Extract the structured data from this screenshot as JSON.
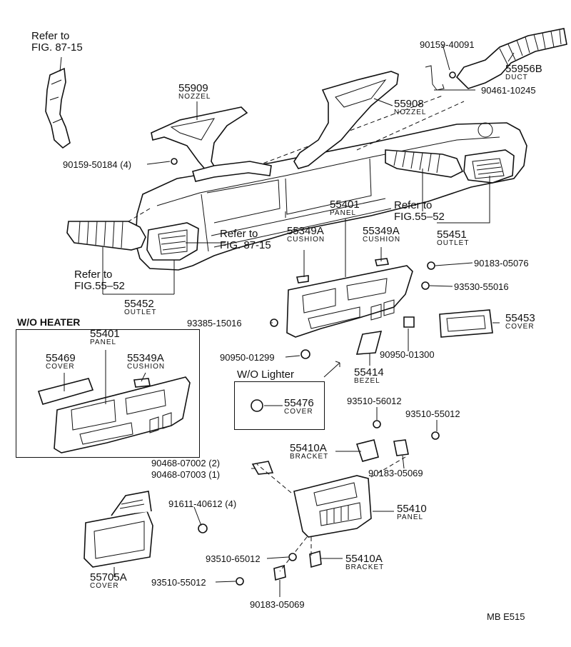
{
  "diagram": {
    "refs": {
      "fig8715_top": [
        "Refer to",
        "FIG. 87-15"
      ],
      "fig8715_mid": [
        "Refer to",
        "FIG. 87-15"
      ],
      "fig5552_left": [
        "Refer to",
        "FIG.55–52"
      ],
      "fig5552_right": [
        "Refer to",
        "FIG.55–52"
      ]
    },
    "parts": {
      "p55909": {
        "num": "55909",
        "name": "NOZZEL"
      },
      "p55908": {
        "num": "55908",
        "name": "NOZZEL"
      },
      "p55956b": {
        "num": "55956B",
        "name": "DUCT"
      },
      "p55401": {
        "num": "55401",
        "name": "PANEL"
      },
      "p55349a_l": {
        "num": "55349A",
        "name": "CUSHION"
      },
      "p55349a_r": {
        "num": "55349A",
        "name": "CUSHION"
      },
      "p55451": {
        "num": "55451",
        "name": "OUTLET"
      },
      "p55452": {
        "num": "55452",
        "name": "OUTLET"
      },
      "p55453": {
        "num": "55453",
        "name": "COVER"
      },
      "p55414": {
        "num": "55414",
        "name": "BEZEL"
      },
      "p55476": {
        "num": "55476",
        "name": "COVER"
      },
      "p55410a_top": {
        "num": "55410A",
        "name": "BRACKET"
      },
      "p55410": {
        "num": "55410",
        "name": "PANEL"
      },
      "p55410a_bot": {
        "num": "55410A",
        "name": "BRACKET"
      },
      "p55705a": {
        "num": "55705A",
        "name": "COVER"
      },
      "wh55401": {
        "num": "55401",
        "name": "PANEL"
      },
      "wh55469": {
        "num": "55469",
        "name": "COVER"
      },
      "wh55349a": {
        "num": "55349A",
        "name": "CUSHION"
      }
    },
    "fasteners": {
      "f9015940091": "90159-40091",
      "f9046110245": "90461-10245",
      "f9015950184": "90159-50184 (4)",
      "f9018305076": "90183-05076",
      "f9353055016": "93530-55016",
      "f9338515016": "93385-15016",
      "f9095001299": "90950-01299",
      "f9095001300": "90950-01300",
      "f9351056012_a": "93510-56012",
      "f9351055012_a": "93510-55012",
      "f9046807002": "90468-07002 (2)",
      "f9046807003": "90468-07003 (1)",
      "f9018305069_a": "90183-05069",
      "f9161140612": "91611-40612 (4)",
      "f9351065012": "93510-65012",
      "f9351055012_b": "93510-55012",
      "f9018305069_b": "90183-05069"
    },
    "sections": {
      "wo_heater": "W/O HEATER",
      "wo_lighter": "W/O Lighter"
    },
    "footer": {
      "code": "MB  E515"
    }
  }
}
